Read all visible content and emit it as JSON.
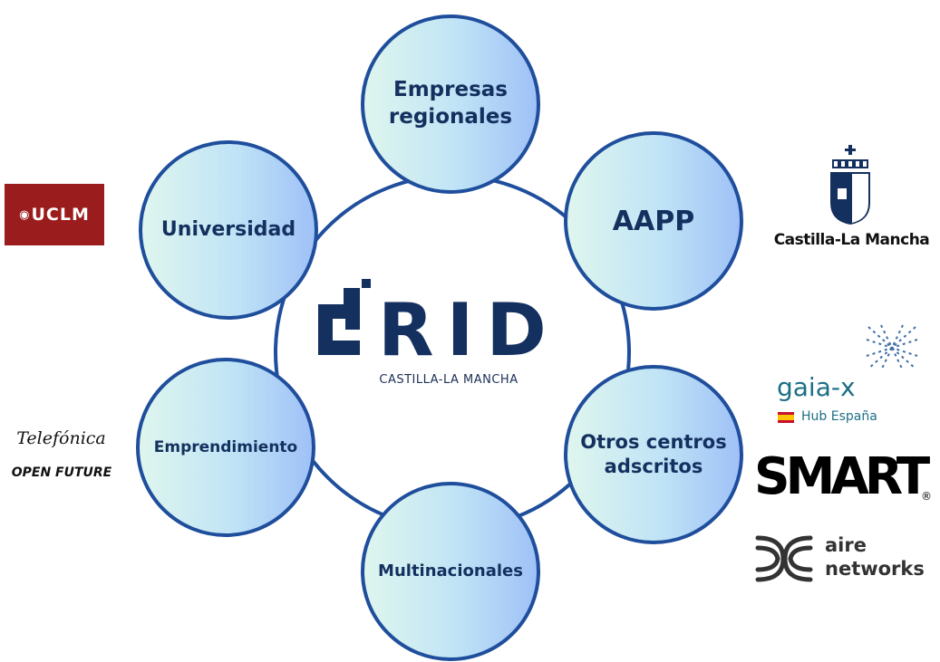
{
  "center": {
    "logo_text": "RID",
    "subtitle": "CASTILLA-LA MANCHA",
    "color": "#14305f"
  },
  "nodes": {
    "empresas_line1": "Empresas",
    "empresas_line2": "regionales",
    "aapp": "AAPP",
    "otros_line1": "Otros centros",
    "otros_line2": "adscritos",
    "multinacionales": "Multinacionales",
    "emprendimiento": "Emprendimiento",
    "universidad": "Universidad"
  },
  "logos": {
    "uclm": "UCLM",
    "telefonica_line1": "Telefónica",
    "telefonica_line2": "OPEN FUTURE",
    "clm": "Castilla-La Mancha",
    "gaiax_line1": "gaia-x",
    "gaiax_line2": "Hub España",
    "smart": "SMART",
    "aire_line1": "aire",
    "aire_line2": "networks"
  },
  "colors": {
    "ring": "#1f4e9c",
    "node_text": "#14305f",
    "uclm_red": "#9b1c1c",
    "gaiax_teal": "#1d6f86",
    "gaiax_dots": "#3f6ea6"
  }
}
